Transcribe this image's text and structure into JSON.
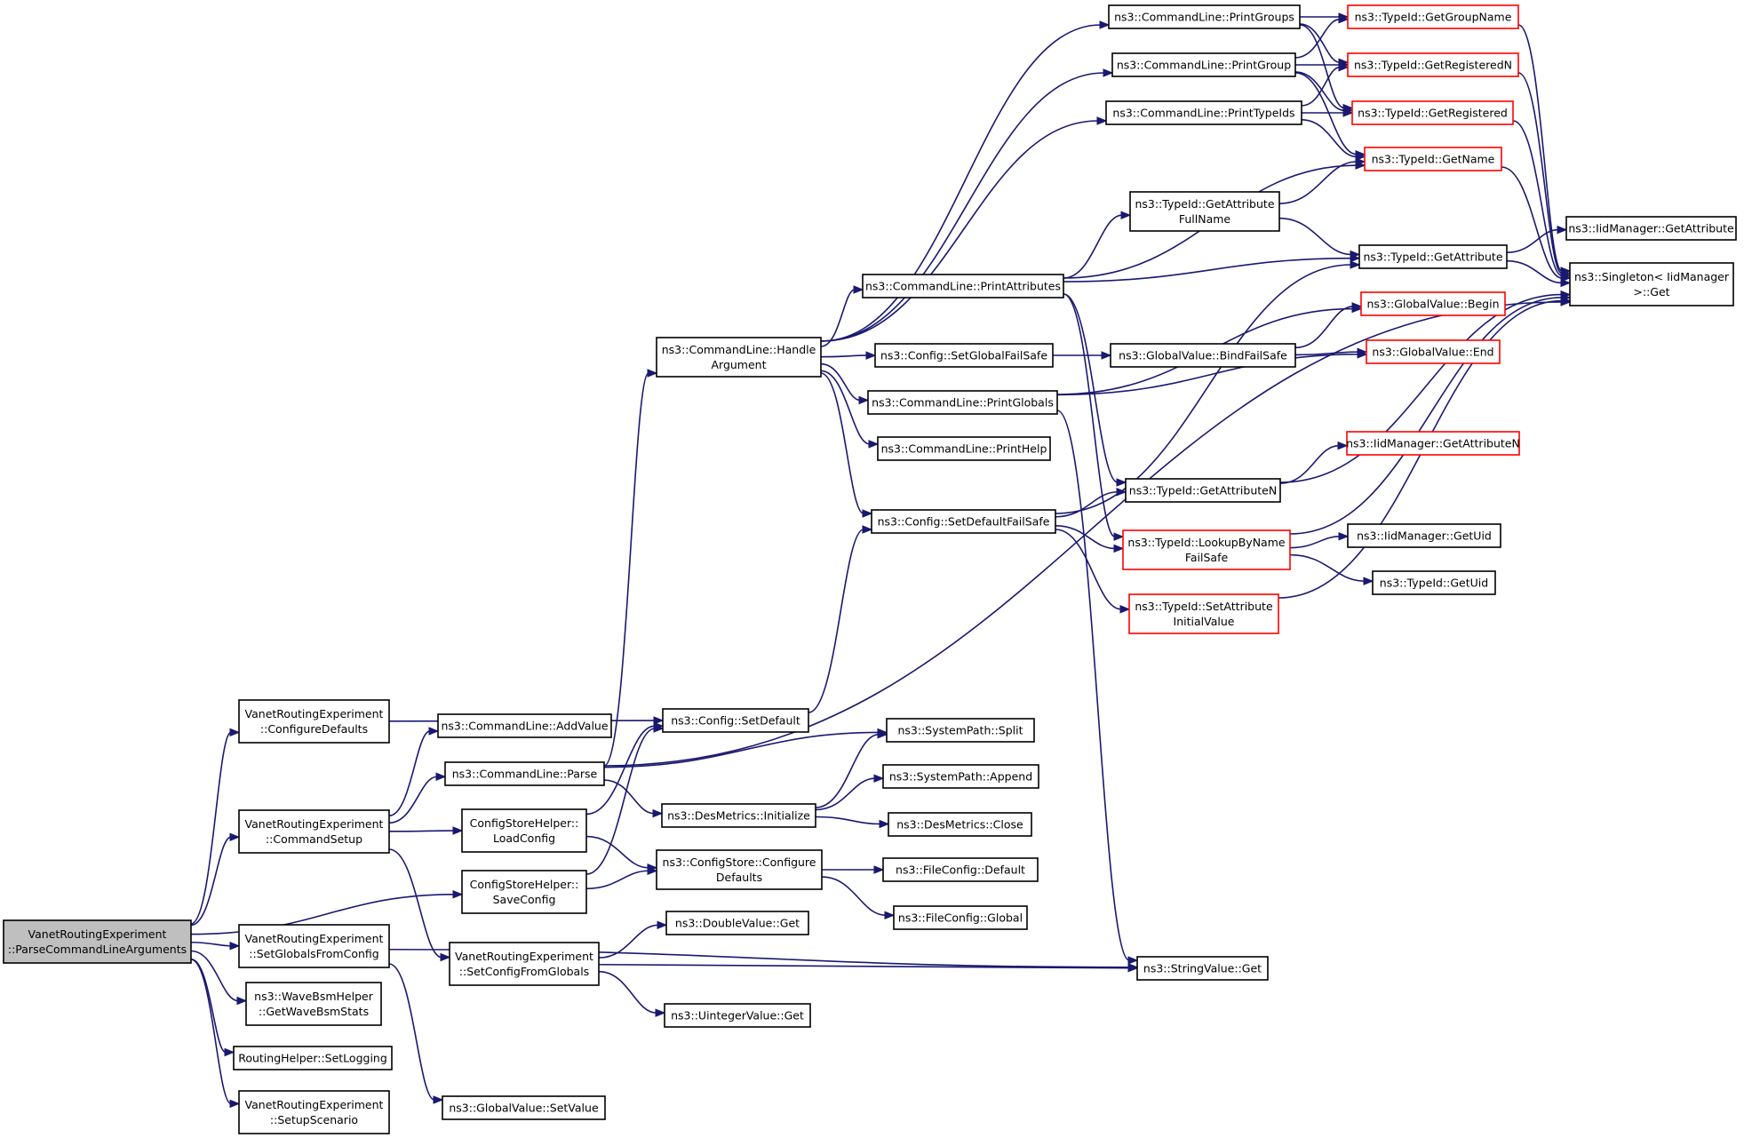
{
  "colors": {
    "edge": "#191970",
    "default_border": "#000000",
    "undocumented_border": "#ff0000",
    "root_fill": "#bfbfbf",
    "node_fill": "#ffffff"
  },
  "nodes": [
    {
      "id": "root",
      "lines": [
        "VanetRoutingExperiment",
        "::ParseCommandLineArguments"
      ],
      "style": "root"
    },
    {
      "id": "configureDefaults",
      "lines": [
        "VanetRoutingExperiment",
        "::ConfigureDefaults"
      ],
      "style": "normal"
    },
    {
      "id": "commandSetup",
      "lines": [
        "VanetRoutingExperiment",
        "::CommandSetup"
      ],
      "style": "normal"
    },
    {
      "id": "setGlobalsFromConfig",
      "lines": [
        "VanetRoutingExperiment",
        "::SetGlobalsFromConfig"
      ],
      "style": "normal"
    },
    {
      "id": "getWaveBsmStats",
      "lines": [
        "ns3::WaveBsmHelper",
        "::GetWaveBsmStats"
      ],
      "style": "normal"
    },
    {
      "id": "setLogging",
      "lines": [
        "RoutingHelper::SetLogging"
      ],
      "style": "normal"
    },
    {
      "id": "setupScenario",
      "lines": [
        "VanetRoutingExperiment",
        "::SetupScenario"
      ],
      "style": "normal"
    },
    {
      "id": "addValue",
      "lines": [
        "ns3::CommandLine::AddValue"
      ],
      "style": "normal"
    },
    {
      "id": "parse",
      "lines": [
        "ns3::CommandLine::Parse"
      ],
      "style": "normal"
    },
    {
      "id": "loadConfig",
      "lines": [
        "ConfigStoreHelper::",
        "LoadConfig"
      ],
      "style": "normal"
    },
    {
      "id": "saveConfig",
      "lines": [
        "ConfigStoreHelper::",
        "SaveConfig"
      ],
      "style": "normal"
    },
    {
      "id": "setConfigFromGlobals",
      "lines": [
        "VanetRoutingExperiment",
        "::SetConfigFromGlobals"
      ],
      "style": "normal"
    },
    {
      "id": "globalSetValue",
      "lines": [
        "ns3::GlobalValue::SetValue"
      ],
      "style": "normal"
    },
    {
      "id": "handleArgument",
      "lines": [
        "ns3::CommandLine::Handle",
        "Argument"
      ],
      "style": "normal"
    },
    {
      "id": "configSetDefault",
      "lines": [
        "ns3::Config::SetDefault"
      ],
      "style": "normal"
    },
    {
      "id": "desInitialize",
      "lines": [
        "ns3::DesMetrics::Initialize"
      ],
      "style": "normal"
    },
    {
      "id": "configureStoreDefaults",
      "lines": [
        "ns3::ConfigStore::Configure",
        "Defaults"
      ],
      "style": "normal"
    },
    {
      "id": "doubleGet",
      "lines": [
        "ns3::DoubleValue::Get"
      ],
      "style": "normal"
    },
    {
      "id": "uintegerGet",
      "lines": [
        "ns3::UintegerValue::Get"
      ],
      "style": "normal"
    },
    {
      "id": "printAttributes",
      "lines": [
        "ns3::CommandLine::PrintAttributes"
      ],
      "style": "normal"
    },
    {
      "id": "setGlobalFailSafe",
      "lines": [
        "ns3::Config::SetGlobalFailSafe"
      ],
      "style": "normal"
    },
    {
      "id": "printGlobals",
      "lines": [
        "ns3::CommandLine::PrintGlobals"
      ],
      "style": "normal"
    },
    {
      "id": "printHelp",
      "lines": [
        "ns3::CommandLine::PrintHelp"
      ],
      "style": "normal"
    },
    {
      "id": "setDefaultFailSafe",
      "lines": [
        "ns3::Config::SetDefaultFailSafe"
      ],
      "style": "normal"
    },
    {
      "id": "systemSplit",
      "lines": [
        "ns3::SystemPath::Split"
      ],
      "style": "normal"
    },
    {
      "id": "systemAppend",
      "lines": [
        "ns3::SystemPath::Append"
      ],
      "style": "normal"
    },
    {
      "id": "desClose",
      "lines": [
        "ns3::DesMetrics::Close"
      ],
      "style": "normal"
    },
    {
      "id": "fileDefault",
      "lines": [
        "ns3::FileConfig::Default"
      ],
      "style": "normal"
    },
    {
      "id": "fileGlobal",
      "lines": [
        "ns3::FileConfig::Global"
      ],
      "style": "normal"
    },
    {
      "id": "stringGet",
      "lines": [
        "ns3::StringValue::Get"
      ],
      "style": "normal"
    },
    {
      "id": "printGroups",
      "lines": [
        "ns3::CommandLine::PrintGroups"
      ],
      "style": "normal"
    },
    {
      "id": "printGroup",
      "lines": [
        "ns3::CommandLine::PrintGroup"
      ],
      "style": "normal"
    },
    {
      "id": "printTypeIds",
      "lines": [
        "ns3::CommandLine::PrintTypeIds"
      ],
      "style": "normal"
    },
    {
      "id": "getAttributeFullName",
      "lines": [
        "ns3::TypeId::GetAttribute",
        "FullName"
      ],
      "style": "normal"
    },
    {
      "id": "bindFailSafe",
      "lines": [
        "ns3::GlobalValue::BindFailSafe"
      ],
      "style": "normal"
    },
    {
      "id": "getAttributeN",
      "lines": [
        "ns3::TypeId::GetAttributeN"
      ],
      "style": "normal"
    },
    {
      "id": "lookupByNameFailSafe",
      "lines": [
        "ns3::TypeId::LookupByName",
        "FailSafe"
      ],
      "style": "red"
    },
    {
      "id": "setAttributeInitialValue",
      "lines": [
        "ns3::TypeId::SetAttribute",
        "InitialValue"
      ],
      "style": "red"
    },
    {
      "id": "getGroupName",
      "lines": [
        "ns3::TypeId::GetGroupName"
      ],
      "style": "red"
    },
    {
      "id": "getRegisteredN",
      "lines": [
        "ns3::TypeId::GetRegisteredN"
      ],
      "style": "red"
    },
    {
      "id": "getRegistered",
      "lines": [
        "ns3::TypeId::GetRegistered"
      ],
      "style": "red"
    },
    {
      "id": "getName",
      "lines": [
        "ns3::TypeId::GetName"
      ],
      "style": "red"
    },
    {
      "id": "getAttribute",
      "lines": [
        "ns3::TypeId::GetAttribute"
      ],
      "style": "normal"
    },
    {
      "id": "gvBegin",
      "lines": [
        "ns3::GlobalValue::Begin"
      ],
      "style": "red"
    },
    {
      "id": "gvEnd",
      "lines": [
        "ns3::GlobalValue::End"
      ],
      "style": "red"
    },
    {
      "id": "iidGetAttributeN",
      "lines": [
        "ns3::IidManager::GetAttributeN"
      ],
      "style": "red"
    },
    {
      "id": "iidGetUid",
      "lines": [
        "ns3::IidManager::GetUid"
      ],
      "style": "normal"
    },
    {
      "id": "typeGetUid",
      "lines": [
        "ns3::TypeId::GetUid"
      ],
      "style": "normal"
    },
    {
      "id": "iidGetAttribute",
      "lines": [
        "ns3::IidManager::GetAttribute"
      ],
      "style": "normal"
    },
    {
      "id": "singletonGet",
      "lines": [
        "ns3::Singleton< IidManager",
        ">::Get"
      ],
      "style": "normal"
    }
  ],
  "edges": [
    [
      "root",
      "configureDefaults"
    ],
    [
      "root",
      "commandSetup"
    ],
    [
      "root",
      "saveConfig"
    ],
    [
      "root",
      "setGlobalsFromConfig"
    ],
    [
      "root",
      "getWaveBsmStats"
    ],
    [
      "root",
      "setLogging"
    ],
    [
      "root",
      "setupScenario"
    ],
    [
      "configureDefaults",
      "configSetDefault"
    ],
    [
      "commandSetup",
      "addValue"
    ],
    [
      "commandSetup",
      "parse"
    ],
    [
      "commandSetup",
      "loadConfig"
    ],
    [
      "commandSetup",
      "setConfigFromGlobals"
    ],
    [
      "setGlobalsFromConfig",
      "globalSetValue"
    ],
    [
      "setGlobalsFromConfig",
      "stringGet"
    ],
    [
      "parse",
      "handleArgument"
    ],
    [
      "parse",
      "desInitialize"
    ],
    [
      "parse",
      "systemSplit"
    ],
    [
      "parse",
      "singletonGet"
    ],
    [
      "loadConfig",
      "configSetDefault"
    ],
    [
      "loadConfig",
      "configureStoreDefaults"
    ],
    [
      "saveConfig",
      "configSetDefault"
    ],
    [
      "saveConfig",
      "configureStoreDefaults"
    ],
    [
      "setConfigFromGlobals",
      "doubleGet"
    ],
    [
      "setConfigFromGlobals",
      "uintegerGet"
    ],
    [
      "setConfigFromGlobals",
      "stringGet"
    ],
    [
      "configSetDefault",
      "setDefaultFailSafe"
    ],
    [
      "desInitialize",
      "systemSplit"
    ],
    [
      "desInitialize",
      "systemAppend"
    ],
    [
      "desInitialize",
      "desClose"
    ],
    [
      "configureStoreDefaults",
      "fileDefault"
    ],
    [
      "configureStoreDefaults",
      "fileGlobal"
    ],
    [
      "handleArgument",
      "printGroups"
    ],
    [
      "handleArgument",
      "printGroup"
    ],
    [
      "handleArgument",
      "printTypeIds"
    ],
    [
      "handleArgument",
      "printAttributes"
    ],
    [
      "handleArgument",
      "setGlobalFailSafe"
    ],
    [
      "handleArgument",
      "printGlobals"
    ],
    [
      "handleArgument",
      "printHelp"
    ],
    [
      "handleArgument",
      "setDefaultFailSafe"
    ],
    [
      "printAttributes",
      "getAttributeFullName"
    ],
    [
      "printAttributes",
      "getAttribute"
    ],
    [
      "printAttributes",
      "getName"
    ],
    [
      "printAttributes",
      "getAttributeN"
    ],
    [
      "printAttributes",
      "lookupByNameFailSafe"
    ],
    [
      "setGlobalFailSafe",
      "bindFailSafe"
    ],
    [
      "printGlobals",
      "gvBegin"
    ],
    [
      "printGlobals",
      "gvEnd"
    ],
    [
      "printGlobals",
      "stringGet"
    ],
    [
      "setDefaultFailSafe",
      "getAttributeN"
    ],
    [
      "setDefaultFailSafe",
      "lookupByNameFailSafe"
    ],
    [
      "setDefaultFailSafe",
      "setAttributeInitialValue"
    ],
    [
      "setDefaultFailSafe",
      "getAttribute"
    ],
    [
      "printGroups",
      "getGroupName"
    ],
    [
      "printGroups",
      "getRegisteredN"
    ],
    [
      "printGroups",
      "getRegistered"
    ],
    [
      "printGroup",
      "getGroupName"
    ],
    [
      "printGroup",
      "getRegisteredN"
    ],
    [
      "printGroup",
      "getRegistered"
    ],
    [
      "printGroup",
      "getName"
    ],
    [
      "printTypeIds",
      "getRegisteredN"
    ],
    [
      "printTypeIds",
      "getRegistered"
    ],
    [
      "printTypeIds",
      "getName"
    ],
    [
      "getAttributeFullName",
      "getName"
    ],
    [
      "getAttributeFullName",
      "getAttribute"
    ],
    [
      "bindFailSafe",
      "gvBegin"
    ],
    [
      "bindFailSafe",
      "gvEnd"
    ],
    [
      "getAttributeN",
      "iidGetAttributeN"
    ],
    [
      "getAttributeN",
      "singletonGet"
    ],
    [
      "lookupByNameFailSafe",
      "iidGetUid"
    ],
    [
      "lookupByNameFailSafe",
      "typeGetUid"
    ],
    [
      "lookupByNameFailSafe",
      "singletonGet"
    ],
    [
      "setAttributeInitialValue",
      "singletonGet"
    ],
    [
      "getGroupName",
      "singletonGet"
    ],
    [
      "getRegisteredN",
      "singletonGet"
    ],
    [
      "getRegistered",
      "singletonGet"
    ],
    [
      "getName",
      "singletonGet"
    ],
    [
      "getAttribute",
      "iidGetAttribute"
    ],
    [
      "getAttribute",
      "singletonGet"
    ]
  ]
}
